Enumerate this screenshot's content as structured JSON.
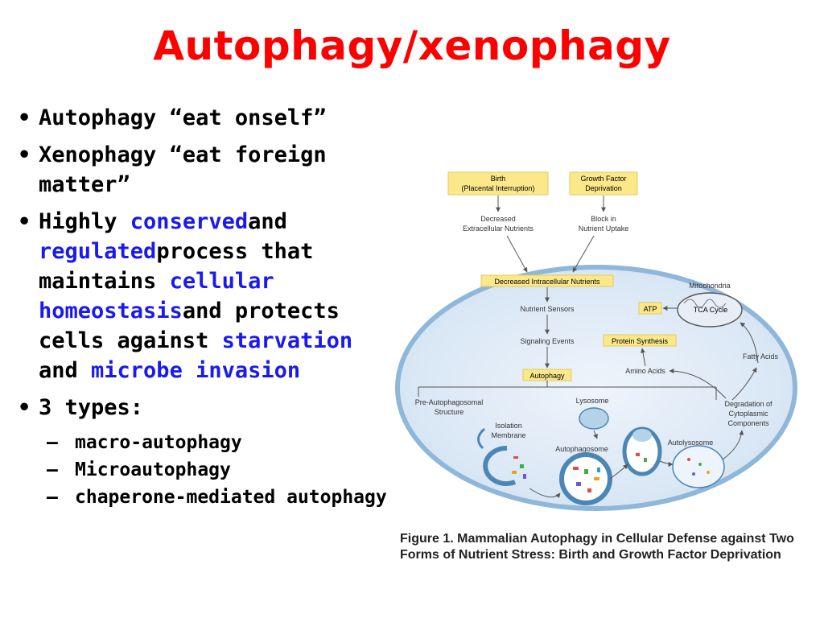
{
  "title": "Autophagy/xenophagy",
  "bullets": {
    "b1": "Autophagy “eat onself”",
    "b2a": "Xenophagy “eat foreign",
    "b2b": "matter”",
    "b3": {
      "t1": "Highly ",
      "h1": "conserved",
      "t2": "and",
      "h2": "regulated",
      "t3": "process that maintains ",
      "h3": "cellular homeostasis",
      "t4": "and protects cells against ",
      "h4": "starvation",
      "t5": " and ",
      "h5": "microbe invasion"
    },
    "b4": "3 types:",
    "sub": [
      "macro-autophagy",
      "Microautophagy",
      "chaperone-mediated autophagy"
    ]
  },
  "diagram": {
    "birth_1": "Birth",
    "birth_2": "(Placental Interruption)",
    "gfd_1": "Growth Factor",
    "gfd_2": "Deprivation",
    "dec_ext_1": "Decreased",
    "dec_ext_2": "Extracellular Nutrients",
    "block_1": "Block in",
    "block_2": "Nutrient Uptake",
    "dec_intra": "Decreased Intracellular Nutrients",
    "nutrient_sensors": "Nutrient Sensors",
    "signaling": "Signaling Events",
    "autophagy": "Autophagy",
    "mito": "Mitochondria",
    "atp": "ATP",
    "tca": "TCA Cycle",
    "protein_synth": "Protein Synthesis",
    "amino_acids": "Amino Acids",
    "fatty_acids": "Fatty Acids",
    "pre_auto_1": "Pre-Autophagosomal",
    "pre_auto_2": "Structure",
    "lysosome": "Lysosome",
    "degr_1": "Degradation of",
    "degr_2": "Cytoplasmic",
    "degr_3": "Components",
    "iso_1": "Isolation",
    "iso_2": "Membrane",
    "autophagosome": "Autophagosome",
    "autolysosome": "Autolysosome"
  },
  "caption": "Figure 1.  Mammalian Autophagy in Cellular Defense against Two Forms of Nutrient Stress: Birth and Growth Factor Deprivation",
  "colors": {
    "title": "#ff0000",
    "highlight": "#1a1af0",
    "box": "#fbe88a",
    "cell": "#dde8f4",
    "membrane": "#8fb7d9"
  }
}
